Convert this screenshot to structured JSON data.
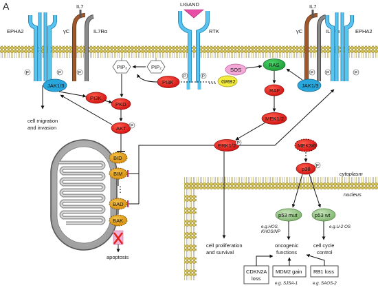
{
  "panel_label": "A",
  "receptors": {
    "epha2": "EPHA2",
    "il7": "IL7",
    "gamma_c": "γC",
    "il7r_alpha": "IL7Rα",
    "ligand": "LIGAND",
    "rtk": "RTK",
    "p": "P"
  },
  "lipids": {
    "pip3": "PIP₃",
    "pip2": "PIP₂"
  },
  "nodes": {
    "jak": "JAK1/3",
    "pi3k": "PI3K",
    "pkd": "PKD",
    "akt": "AKT",
    "sos": "SOS",
    "grb2": "GRB2",
    "ras": "RAS",
    "raf": "RAF",
    "mek12": "MEK1/2",
    "erk12": "ERK1/2",
    "mek36": "MEK3/6",
    "p38": "p38",
    "bid": "BID",
    "bim": "BIM",
    "bad": "BAD",
    "bak": "BAK",
    "p53_mut": "p53 mut",
    "p53_wt": "p53 wt",
    "dots": "⋮"
  },
  "compartments": {
    "cytoplasm": "cytoplasm",
    "nucleus": "nucleus"
  },
  "outcomes": {
    "migration_1": "cell migration",
    "migration_2": "and invasion",
    "apoptosis": "apoptosis",
    "prolif_1": "cell proliferation",
    "prolif_2": "and survival",
    "oncogenic_1": "oncogenic",
    "oncogenic_2": "functions",
    "cellcycle_1": "cell cycle",
    "cellcycle_2": "control"
  },
  "examples": {
    "mut_1": "e.g.HOS,",
    "mut_2": "KHOS/NP",
    "wt": "e.g.U-2 OS",
    "mdm2": "e.g. SJSA-1",
    "rb1": "e.g. SAOS-2"
  },
  "boxes": {
    "cdkn2a_1": "CDKN2A",
    "cdkn2a_2": "loss",
    "mdm2": "MDM2 gain",
    "rb1": "RB1 loss"
  },
  "colors": {
    "red_node": "#e8231e",
    "orange_node": "#e3a31a",
    "jak_blue": "#29a6dc",
    "green_node": "#2bb34a",
    "pale_green": "#9ccc8e",
    "sos_pink": "#f3a8d8",
    "grb2_yellow": "#f4ec3c",
    "membrane_gold": "#c8b43e",
    "mito_gray": "#c0c0c0",
    "ligand_magenta": "#e84ea6",
    "inhibit_magenta": "#c2185b"
  }
}
